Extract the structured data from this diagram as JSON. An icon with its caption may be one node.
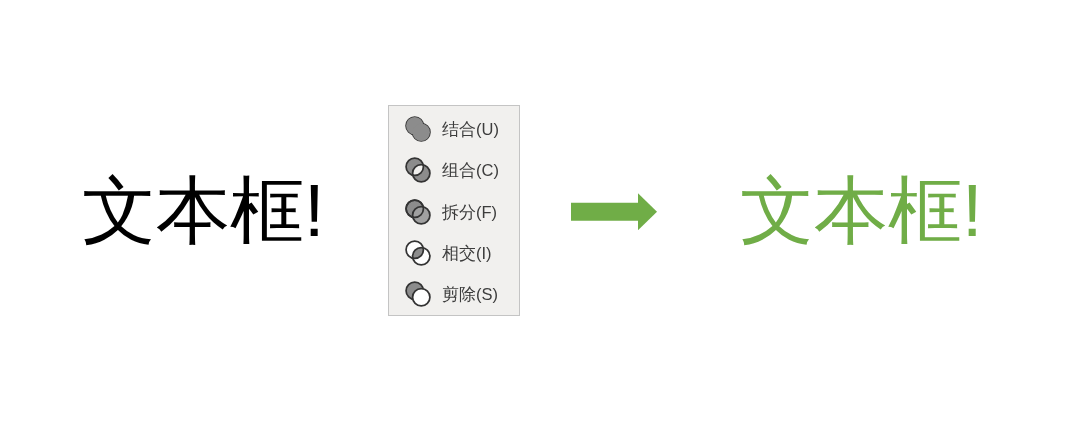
{
  "diagram": {
    "nodes": [
      {
        "text": [
          "文本框!"
        ]
      },
      {
        "text": [
          "结合(U)",
          "组合(C)",
          "拆分(F)",
          "相交(I)",
          "剪除(S)"
        ]
      },
      {
        "text": [
          "文本框!"
        ]
      }
    ],
    "edges": [
      {
        "from": 1,
        "to": 2,
        "arrow": "to",
        "color": "#70ad47"
      }
    ]
  }
}
